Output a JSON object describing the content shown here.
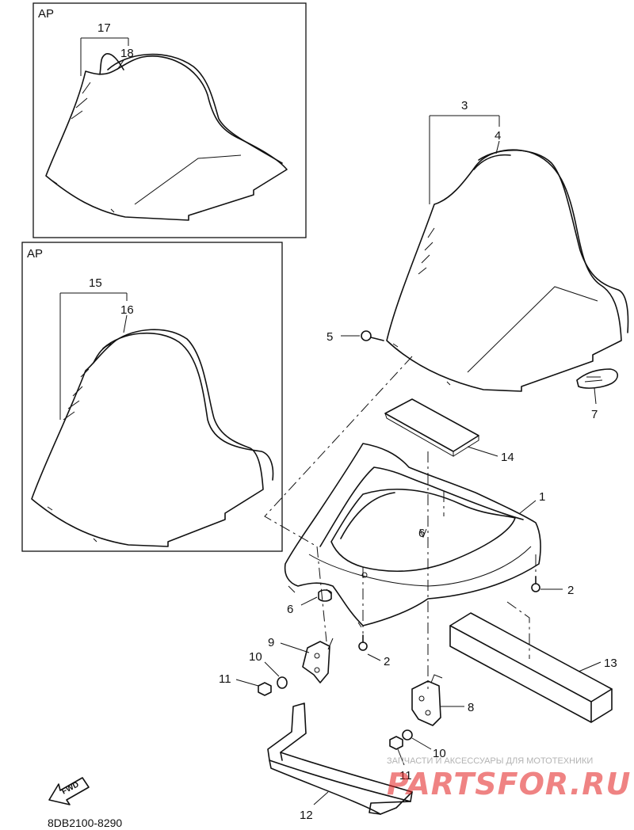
{
  "diagram": {
    "inset_labels": [
      "AP",
      "AP"
    ],
    "callouts": {
      "c1": "1",
      "c2a": "2",
      "c2b": "2",
      "c3": "3",
      "c4": "4",
      "c5": "5",
      "c6a": "6",
      "c6b": "6",
      "c7": "7",
      "c8": "8",
      "c9": "9",
      "c10a": "10",
      "c10b": "10",
      "c11a": "11",
      "c11b": "11",
      "c12": "12",
      "c13": "13",
      "c14": "14",
      "c15": "15",
      "c16": "16",
      "c17": "17",
      "c18": "18"
    },
    "fwd_label": "FWD",
    "part_code": "8DB2100-8290"
  },
  "watermark": {
    "tagline": "ЗАПЧАСТИ И АКСЕССУАРЫ ДЛЯ МОТОТЕХНИКИ",
    "logo": "PARTSFOR.RU"
  }
}
